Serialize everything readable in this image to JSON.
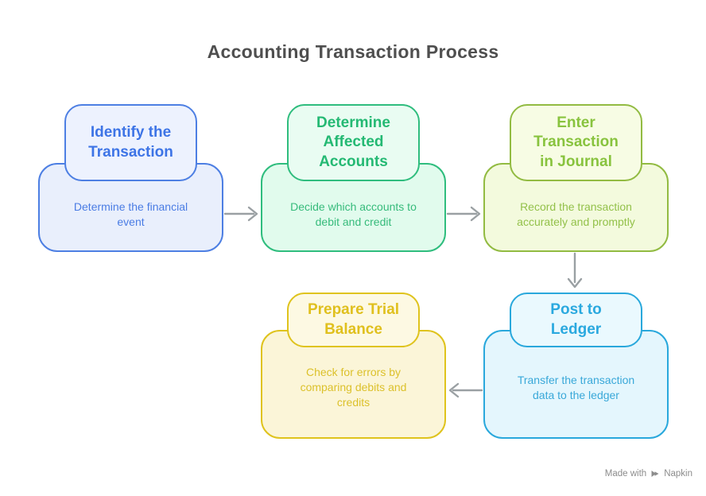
{
  "title": "Accounting Transaction Process",
  "colors": {
    "title": "#4f4f4f",
    "arrow": "#9aa0a3",
    "watermark": "#8c8c8c",
    "background": "#ffffff"
  },
  "nodes": [
    {
      "id": "identify-the-transaction",
      "title": "Identify the\nTransaction",
      "description": "Determine the financial\nevent",
      "accent": "#4d7fe3",
      "title_color": "#3d74e6",
      "text_color": "#4a7ce4",
      "header_fill": "#edf2fe",
      "body_fill": "#e9effc"
    },
    {
      "id": "determine-affected-accounts",
      "title": "Determine\nAffected\nAccounts",
      "description": "Decide which accounts to\ndebit and credit",
      "accent": "#2fbd7e",
      "title_color": "#24b973",
      "text_color": "#36bb7b",
      "header_fill": "#e9fcf2",
      "body_fill": "#e1fbed"
    },
    {
      "id": "enter-transaction-in-journal",
      "title": "Enter\nTransaction\nin Journal",
      "description": "Record the transaction\naccurately and promptly",
      "accent": "#92bb42",
      "title_color": "#88c33e",
      "text_color": "#93c14a",
      "header_fill": "#f7fce4",
      "body_fill": "#f3fadd"
    },
    {
      "id": "post-to-ledger",
      "title": "Post to\nLedger",
      "description": "Transfer the transaction\ndata to the ledger",
      "accent": "#29a8dc",
      "title_color": "#2aa9df",
      "text_color": "#39a8d9",
      "header_fill": "#eaf9fe",
      "body_fill": "#e4f6fd"
    },
    {
      "id": "prepare-trial-balance",
      "title": "Prepare Trial\nBalance",
      "description": "Check for errors by\ncomparing debits and\ncredits",
      "accent": "#dfc31d",
      "title_color": "#e0c01e",
      "text_color": "#dcc12b",
      "header_fill": "#fdf9e3",
      "body_fill": "#fbf5d8"
    }
  ],
  "connections": [
    {
      "from": "identify-the-transaction",
      "to": "determine-affected-accounts",
      "direction": "right"
    },
    {
      "from": "determine-affected-accounts",
      "to": "enter-transaction-in-journal",
      "direction": "right"
    },
    {
      "from": "enter-transaction-in-journal",
      "to": "post-to-ledger",
      "direction": "down"
    },
    {
      "from": "post-to-ledger",
      "to": "prepare-trial-balance",
      "direction": "left"
    }
  ],
  "watermark": {
    "prefix": "Made with",
    "brand": "Napkin"
  }
}
